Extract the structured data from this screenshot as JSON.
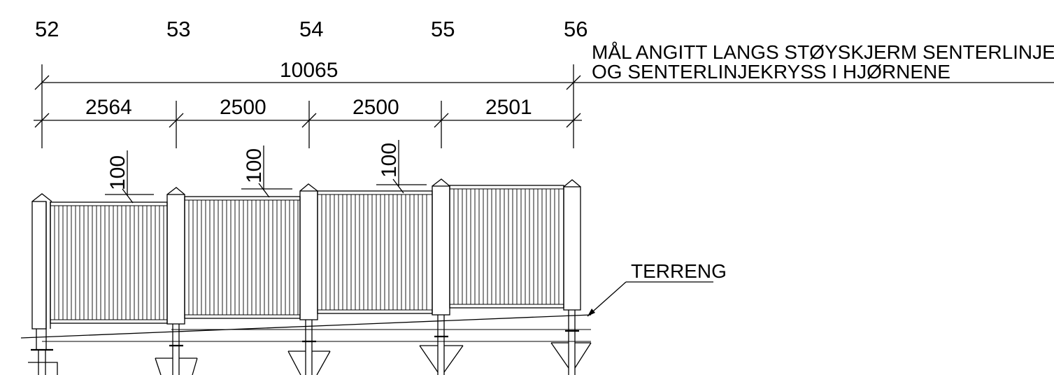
{
  "drawing": {
    "post_labels": [
      "52",
      "53",
      "54",
      "55",
      "56"
    ],
    "overall_dimension": "10065",
    "segment_dimensions": [
      "2564",
      "2500",
      "2500",
      "2501"
    ],
    "panel_offsets": [
      "100",
      "100",
      "100"
    ],
    "note_lines": [
      "MÅL ANGITT LANGS STØYSKJERM SENTERLINJE",
      "OG SENTERLINJEKRYSS I HJØRNENE"
    ],
    "terrain_label": "TERRENG"
  }
}
